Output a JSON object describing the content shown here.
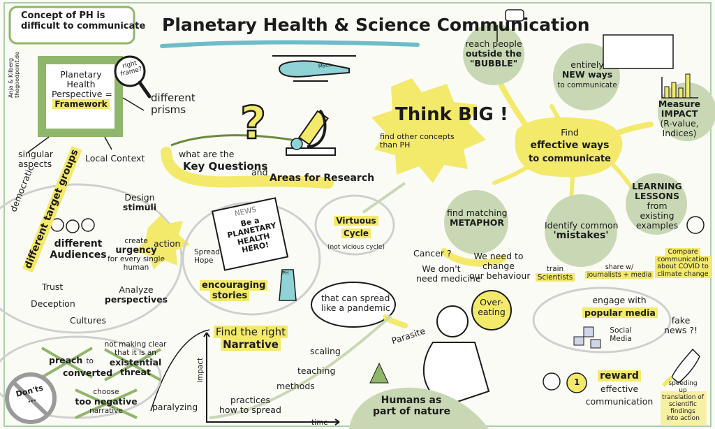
{
  "title": "Planetary Health & Science Communication",
  "credit": [
    "Anja & Kilberg",
    "thegoodpoint.de"
  ],
  "top_left": {
    "box": [
      "Concept of PH is",
      "difficult to communicate"
    ],
    "frame": [
      "Planetary",
      "Health",
      "Perspective =",
      "Framework"
    ],
    "magnifier": [
      "right",
      "frame?"
    ],
    "prisms": [
      "different",
      "prisms"
    ],
    "singular": [
      "singular",
      "aspects"
    ],
    "local": "Local Context"
  },
  "key": {
    "q1": "what are the",
    "q2": "Key Questions",
    "and": "and",
    "areas": "Areas for Research"
  },
  "heli_label": "MSCL",
  "think_big": {
    "main": "Think BIG !",
    "sub": [
      "find other concepts",
      "than PH"
    ]
  },
  "bubble_top": [
    "reach people",
    "outside the",
    "\"BUBBLE\""
  ],
  "new_ways": [
    "entirely",
    "NEW ways",
    "to communicate"
  ],
  "measure": [
    "Measure",
    "IMPACT",
    "(R-value,",
    "Indices)"
  ],
  "find_ways": [
    "Find",
    "effective ways",
    "to communicate"
  ],
  "learning": [
    "LEARNING",
    "LESSONS",
    "from",
    "existing",
    "examples"
  ],
  "groups": {
    "democratic": "democratic",
    "target": "different target groups",
    "audiences": [
      "different",
      "Audiences"
    ],
    "design": [
      "Design",
      "stimuli"
    ],
    "urgency": [
      "create",
      "urgency",
      "for every single",
      "human"
    ],
    "analyze": [
      "Analyze",
      "perspectives"
    ],
    "trust": "Trust",
    "deception": "Deception",
    "cultures": "Cultures",
    "action": "action"
  },
  "news": {
    "label": "NEWS",
    "lines": [
      "Be a",
      "PLANETARY",
      "HEALTH",
      "HERO!"
    ],
    "badge": "PH"
  },
  "spread_hope": [
    "Spread",
    "Hope"
  ],
  "stories": [
    "encouraging",
    "stories"
  ],
  "virtuous": [
    "Virtuous",
    "Cycle",
    "(not vicious cycle)"
  ],
  "metaphor": [
    "find matching",
    "METAPHOR"
  ],
  "mistakes": [
    "Identify common",
    "'mistakes'"
  ],
  "metaphor_items": {
    "cancer": "Cancer ?",
    "medicine": [
      "We don't",
      "need medicine"
    ],
    "behaviour": [
      "We need to",
      "change",
      "our behaviour"
    ],
    "overeating": [
      "Over-",
      "eating"
    ],
    "parasite": "Parasite"
  },
  "mistake_items": {
    "train": [
      "train",
      "Scientists"
    ],
    "share": [
      "share w/",
      "journalists + media"
    ],
    "compare": [
      "Compare",
      "communication",
      "about COVID to",
      "climate change"
    ],
    "engage": [
      "engage with",
      "popular media"
    ],
    "fake": [
      "fake",
      "news ?!"
    ],
    "social": [
      "Social",
      "Media"
    ]
  },
  "pandemic": [
    "that can spread",
    "like a pandemic"
  ],
  "narrative": [
    "Find the right",
    "Narrative"
  ],
  "chart_axes": {
    "y": "impact",
    "x": "time"
  },
  "chart_steps": [
    "scaling",
    "teaching",
    "methods",
    "practices",
    "how to spread"
  ],
  "bottom_left": {
    "preach": [
      "preach",
      "to",
      "converted"
    ],
    "existential": [
      "not making clear",
      "that it is an",
      "existential",
      "threat"
    ],
    "negative": [
      "choose",
      "too negative",
      "narrative"
    ],
    "paralyzing": "paralyzing",
    "donts": [
      "Don'ts",
      "..."
    ]
  },
  "humans": [
    "Humans as",
    "part of nature"
  ],
  "reward": [
    "reward",
    "effective",
    "communication"
  ],
  "reward_badge": "1",
  "speeding": [
    "speeding",
    "up",
    "translation of",
    "scientific",
    "findings",
    "into action"
  ],
  "colors": {
    "accent": "#f3e96b",
    "circle": "#c9d8b4",
    "frame": "#7fa35b",
    "ink": "#1b1b1b",
    "teal": "#8fd3d6"
  }
}
